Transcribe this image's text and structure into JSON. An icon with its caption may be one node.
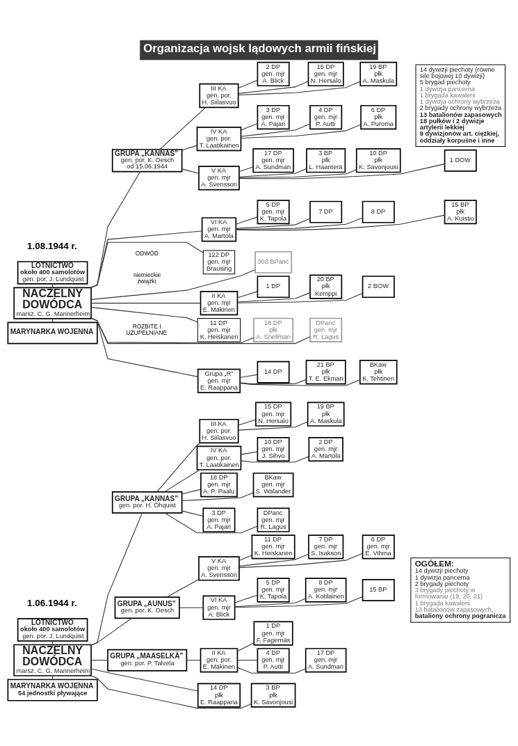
{
  "diagram": {
    "title": "Organizacja wojsk lądowych armii fińskiej",
    "nodes": [
      {
        "text": [
          "LOTNICTWO",
          "około 400 samolotów",
          "gen. por. J. Lundquist"
        ]
      },
      {
        "text": [
          "NACZELNY DOWÓDCA",
          "marsz. C. G. Mannerheim"
        ]
      },
      {
        "text": [
          "MARYNARKA WOJENNA",
          "54 jednostki pływające"
        ]
      },
      {
        "text": [
          "GRUPA „KANNAS”",
          "gen. por. H. Öhquist"
        ]
      },
      {
        "text": [
          "GRUPA „AUNUS”",
          "gen. por. K. Oesch"
        ]
      },
      {
        "text": [
          "GRUPA „MAASELKÄ”",
          "gen. por. P. Talvela"
        ]
      },
      {
        "text": [
          "14 DP",
          "płk",
          "E. Raappana"
        ]
      },
      {
        "text": [
          "3 BP",
          "płk",
          "K. Savonjousi"
        ]
      },
      {
        "text": [
          "III KA",
          "gen. por.",
          "H. Siilasvuo"
        ]
      },
      {
        "text": [
          "IV KA",
          "gen. por.",
          "T. Laatikainen"
        ]
      },
      {
        "text": [
          "18 DP",
          "gen. mjr",
          "A. P. Paalu"
        ]
      },
      {
        "text": [
          "BKaw",
          "gen. mjr",
          "S. Walander"
        ]
      },
      {
        "text": [
          "3 DP",
          "gen. mjr",
          "A. Pajari"
        ]
      },
      {
        "text": [
          "DPanc",
          "gen. mjr",
          "R. Lagus"
        ]
      },
      {
        "text": [
          "15 DP",
          "gen. mjr",
          "N. Hersalo"
        ]
      },
      {
        "text": [
          "19 BP",
          "płk",
          "A. Maskula"
        ]
      },
      {
        "text": [
          "10 DP",
          "gen. mjr",
          "J. Sihvo"
        ]
      },
      {
        "text": [
          "2 DP",
          "gen. mjr",
          "A. Martola"
        ]
      },
      {
        "text": [
          "V KA",
          "gen. mjr",
          "A. Svensson"
        ]
      },
      {
        "text": [
          "VI KA",
          "gen. mjr",
          "A. Blick"
        ]
      },
      {
        "text": [
          "11 DP",
          "gen. mjr",
          "K. Heiskanen"
        ]
      },
      {
        "text": [
          "7 DP",
          "gen. mjr",
          "S. Isakson"
        ]
      },
      {
        "text": [
          "6 DP",
          "gen. mjr",
          "E. Vihma"
        ]
      },
      {
        "text": [
          "5 DP",
          "gen. mjr",
          "K. Tapola"
        ]
      },
      {
        "text": [
          "8 DP",
          "gen. mjr",
          "A. Kotilainen"
        ]
      },
      {
        "text": [
          "15 BP"
        ]
      },
      {
        "text": [
          "II KA",
          "gen. por.",
          "E. Mäkinen"
        ]
      },
      {
        "text": [
          "1 DP",
          "gen. mjr",
          "F. Fagernäs"
        ]
      },
      {
        "text": [
          "4 DP",
          "gen. mjr",
          "P. Autti"
        ]
      },
      {
        "text": [
          "17 DP",
          "gen. mjr",
          "A. Sundman"
        ]
      },
      {
        "text": [
          "OGÓŁEM:",
          "14 dywizji piechoty",
          "1 dywizja pancerna",
          "2 brygady piechoty",
          "3 brygady piechoty w formowaniu (19, 20, 21)",
          "1 brygada kawalerii",
          "13 batalionów zapasowych,",
          "bataliony ochrony pogranicza"
        ]
      },
      {
        "text": [
          "LOTNICTWO",
          "około 400 samolotów",
          "gen. por. J. Lundquist"
        ]
      },
      {
        "text": [
          "NACZELNY DOWÓDCA",
          "marsz. C. G. Mannerheim"
        ]
      },
      {
        "text": [
          "MARYNARKA WOJENNA"
        ]
      },
      {
        "text": [
          "GRUPA „KANNAS”",
          "gen. por. K. Oesch",
          "od 15.06.1944"
        ]
      },
      {
        "text": [
          "III KA",
          "gen. por.",
          "H. Siilasvuo"
        ]
      },
      {
        "text": [
          "IV KA",
          "gen. por.",
          "T. Laatikainen"
        ]
      },
      {
        "text": [
          "V KA",
          "gen. mjr",
          "A. Svensson"
        ]
      },
      {
        "text": [
          "2 DP",
          "gen. mjr",
          "A. Blick"
        ]
      },
      {
        "text": [
          "15 DP",
          "gen. mjr",
          "N. Hersalo"
        ]
      },
      {
        "text": [
          "19 BP",
          "płk",
          "A. Maskula"
        ]
      },
      {
        "text": [
          "3 DP",
          "gen. mjr",
          "A. Pajari"
        ]
      },
      {
        "text": [
          "4 DP",
          "gen. mjr",
          "P. Autti"
        ]
      },
      {
        "text": [
          "6 DP",
          "płk",
          "A. Puroma"
        ]
      },
      {
        "text": [
          "17 DP",
          "gen. mjr",
          "A. Sundman"
        ]
      },
      {
        "text": [
          "3 BP",
          "płk",
          "L. Haanterä"
        ]
      },
      {
        "text": [
          "10 DP",
          "płk",
          "K. Savonjousi"
        ]
      },
      {
        "text": [
          "1 DOW"
        ]
      },
      {
        "text": [
          "VI KA",
          "gen. mjr",
          "A. Martola"
        ]
      },
      {
        "text": [
          "5 DP",
          "gen. mjr",
          "K. Tapola"
        ]
      },
      {
        "text": [
          "7 DP"
        ]
      },
      {
        "text": [
          "8 DP"
        ]
      },
      {
        "text": [
          "15 BP",
          "płk",
          "A. Kuistio"
        ]
      },
      {
        "text": [
          "122 DP",
          "gen. mjr",
          "Brausing"
        ]
      },
      {
        "text": [
          "303 BPanc"
        ]
      },
      {
        "text": [
          "II KA",
          "gen. mjr",
          "E. Mäkinen"
        ]
      },
      {
        "text": [
          "1 DP"
        ]
      },
      {
        "text": [
          "20 BP",
          "płk",
          "Kemppi"
        ]
      },
      {
        "text": [
          "2 BOW"
        ]
      },
      {
        "text": [
          "11 DP",
          "gen. mjr",
          "K. Heiskanen"
        ]
      },
      {
        "text": [
          "18 DP",
          "płk",
          "A. Snellman"
        ]
      },
      {
        "text": [
          "DPanc",
          "gen. mjr",
          "R. Lagus"
        ]
      },
      {
        "text": [
          "Grupa „R”",
          "gen. mjr",
          "E. Raappana"
        ]
      },
      {
        "text": [
          "14 DP"
        ]
      },
      {
        "text": [
          "21 BP",
          "płk",
          "T. E. Ekman"
        ]
      },
      {
        "text": [
          "BKaw",
          "płk",
          "K. Tehtinen"
        ]
      },
      {
        "text": [
          "14 dywizji piechoty (równe sile bojowej 10 dywizji)",
          "5 brygad piechoty",
          "1 dywizja pancerna",
          "1 brygada kawalerii",
          "1 dywizja ochrony wybrzeża",
          "2 brygady ochrony wybrzeża",
          "13 batalionów zapasowych",
          "18 pułków i 2 dywizje artylerii lekkiej",
          "9 dywizjonów art. ciężkiej, oddziały korpuśne i inne"
        ]
      }
    ],
    "edges": [
      {
        "from": 0,
        "to": 1,
        "arrow": "none"
      },
      {
        "from": 1,
        "to": 2,
        "arrow": "none"
      },
      {
        "from": 1,
        "to": 3,
        "arrow": "none"
      },
      {
        "from": 1,
        "to": 4,
        "arrow": "none"
      },
      {
        "from": 1,
        "to": 5,
        "arrow": "none"
      },
      {
        "from": 1,
        "to": 6,
        "arrow": "none"
      },
      {
        "from": 1,
        "to": 7,
        "arrow": "none"
      },
      {
        "from": 3,
        "to": 8,
        "arrow": "none"
      },
      {
        "from": 3,
        "to": 9,
        "arrow": "none"
      },
      {
        "from": 3,
        "to": 10,
        "arrow": "none"
      },
      {
        "from": 3,
        "to": 11,
        "arrow": "none"
      },
      {
        "from": 3,
        "to": 12,
        "arrow": "none"
      },
      {
        "from": 3,
        "to": 13,
        "arrow": "none"
      },
      {
        "from": 8,
        "to": 14,
        "arrow": "none"
      },
      {
        "from": 8,
        "to": 15,
        "arrow": "none"
      },
      {
        "from": 9,
        "to": 16,
        "arrow": "none"
      },
      {
        "from": 9,
        "to": 17,
        "arrow": "none"
      },
      {
        "from": 4,
        "to": 18,
        "arrow": "none"
      },
      {
        "from": 4,
        "to": 19,
        "arrow": "none"
      },
      {
        "from": 18,
        "to": 20,
        "arrow": "none"
      },
      {
        "from": 18,
        "to": 21,
        "arrow": "none"
      },
      {
        "from": 18,
        "to": 22,
        "arrow": "none"
      },
      {
        "from": 19,
        "to": 23,
        "arrow": "none"
      },
      {
        "from": 19,
        "to": 24,
        "arrow": "none"
      },
      {
        "from": 19,
        "to": 25,
        "arrow": "none"
      },
      {
        "from": 5,
        "to": 26,
        "arrow": "none"
      },
      {
        "from": 26,
        "to": 27,
        "arrow": "none"
      },
      {
        "from": 26,
        "to": 28,
        "arrow": "none"
      },
      {
        "from": 26,
        "to": 29,
        "arrow": "none"
      },
      {
        "from": 31,
        "to": 32,
        "arrow": "none"
      },
      {
        "from": 32,
        "to": 33,
        "arrow": "none"
      },
      {
        "from": 32,
        "to": 34,
        "arrow": "none"
      },
      {
        "from": 34,
        "to": 35,
        "arrow": "none"
      },
      {
        "from": 34,
        "to": 36,
        "arrow": "none"
      },
      {
        "from": 34,
        "to": 37,
        "arrow": "none"
      },
      {
        "from": 35,
        "to": 38,
        "arrow": "none"
      },
      {
        "from": 35,
        "to": 39,
        "arrow": "none"
      },
      {
        "from": 35,
        "to": 40,
        "arrow": "none"
      },
      {
        "from": 36,
        "to": 41,
        "arrow": "none"
      },
      {
        "from": 36,
        "to": 42,
        "arrow": "none"
      },
      {
        "from": 36,
        "to": 43,
        "arrow": "none"
      },
      {
        "from": 37,
        "to": 44,
        "arrow": "none"
      },
      {
        "from": 37,
        "to": 45,
        "arrow": "none"
      },
      {
        "from": 37,
        "to": 46,
        "arrow": "none"
      },
      {
        "from": 37,
        "to": 47,
        "arrow": "none"
      },
      {
        "from": 32,
        "to": 48,
        "arrow": "none"
      },
      {
        "from": 48,
        "to": 49,
        "arrow": "none"
      },
      {
        "from": 48,
        "to": 50,
        "arrow": "none"
      },
      {
        "from": 48,
        "to": 51,
        "arrow": "none"
      },
      {
        "from": 48,
        "to": 52,
        "arrow": "none"
      },
      {
        "from": 32,
        "to": 53,
        "arrow": "none"
      },
      {
        "from": 32,
        "to": 54,
        "arrow": "none"
      },
      {
        "from": 32,
        "to": 55,
        "arrow": "none"
      },
      {
        "from": 55,
        "to": 56,
        "arrow": "none"
      },
      {
        "from": 55,
        "to": 57,
        "arrow": "none"
      },
      {
        "from": 55,
        "to": 58,
        "arrow": "none"
      },
      {
        "from": 32,
        "to": 59,
        "arrow": "none"
      },
      {
        "from": 32,
        "to": 60,
        "arrow": "none"
      },
      {
        "from": 32,
        "to": 61,
        "arrow": "none"
      },
      {
        "from": 32,
        "to": 62,
        "arrow": "none"
      },
      {
        "from": 62,
        "to": 63,
        "arrow": "none"
      },
      {
        "from": 62,
        "to": 64,
        "arrow": "none"
      },
      {
        "from": 62,
        "to": 65,
        "arrow": "none"
      }
    ],
    "labels": [
      "1.06.1944 r.",
      "1.08.1944 r.",
      "ROZBITE I UZUPEŁNIANE",
      "ODWÓD",
      "niemieckie związki"
    ]
  }
}
